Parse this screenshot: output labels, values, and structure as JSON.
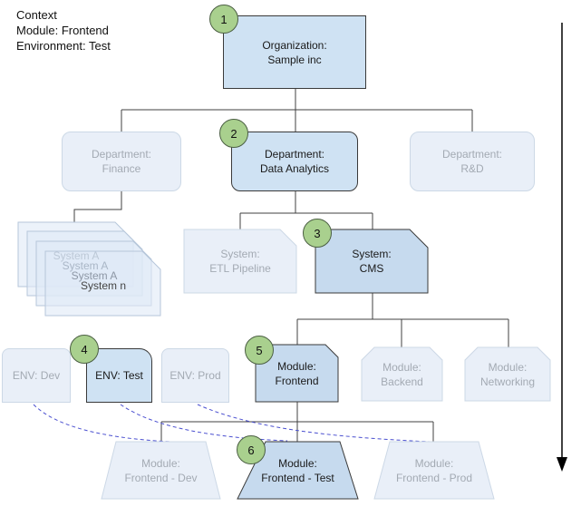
{
  "context": {
    "title": "Context",
    "module": "Module: Frontend",
    "environment": "Environment: Test"
  },
  "nodes": {
    "organization": {
      "step": "1",
      "line1": "Organization:",
      "line2": "Sample inc"
    },
    "department_finance": {
      "line1": "Department:",
      "line2": "Finance"
    },
    "department_data_analytics": {
      "step": "2",
      "line1": "Department:",
      "line2": "Data Analytics"
    },
    "department_rnd": {
      "line1": "Department:",
      "line2": "R&D"
    },
    "system_stack": {
      "items": [
        "System A",
        "System A",
        "System A",
        "System n"
      ]
    },
    "system_etl": {
      "line1": "System:",
      "line2": "ETL Pipeline"
    },
    "system_cms": {
      "step": "3",
      "line1": "System:",
      "line2": "CMS"
    },
    "env_dev": {
      "label": "ENV: Dev"
    },
    "env_test": {
      "step": "4",
      "label": "ENV: Test"
    },
    "env_prod": {
      "label": "ENV: Prod"
    },
    "module_frontend": {
      "step": "5",
      "line1": "Module:",
      "line2": "Frontend"
    },
    "module_backend": {
      "line1": "Module:",
      "line2": "Backend"
    },
    "module_networking": {
      "line1": "Module:",
      "line2": "Networking"
    },
    "deployment_frontend_dev": {
      "line1": "Module:",
      "line2": "Frontend - Dev"
    },
    "deployment_frontend_test": {
      "step": "6",
      "line1": "Module:",
      "line2": "Frontend - Test"
    },
    "deployment_frontend_prod": {
      "line1": "Module:",
      "line2": "Frontend - Prod"
    }
  },
  "colors": {
    "active_fill": "#cfe2f3",
    "active_fill_dark": "#c6daee",
    "active_border": "#3a3a3a",
    "faded_fill": "#e9eff8",
    "faded_border": "#ccd8e6",
    "faded_text": "#a3aab3",
    "step_circle_fill": "#a9d08e",
    "connector_line": "#404040",
    "mapping_dashed_line": "#4a4fd0"
  }
}
